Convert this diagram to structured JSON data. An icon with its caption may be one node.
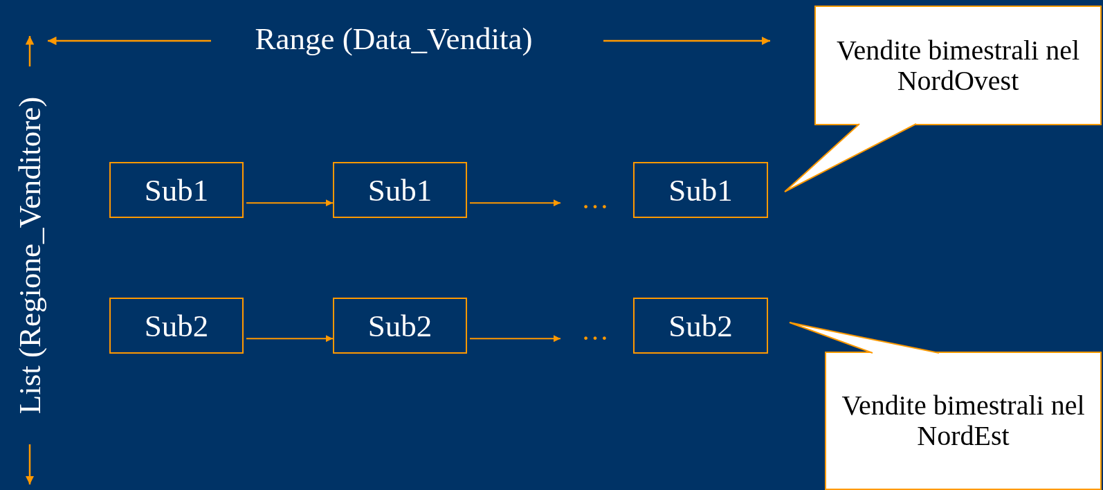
{
  "diagram": {
    "nodes": [
      {
        "text": [
          "Sub1"
        ]
      },
      {
        "text": [
          "Sub1"
        ]
      },
      {
        "text": [
          "…"
        ]
      },
      {
        "text": [
          "Sub1"
        ]
      },
      {
        "text": [
          "Vendite bimestrali nel NordOvest"
        ]
      },
      {
        "text": [
          "Sub2"
        ]
      },
      {
        "text": [
          "Sub2"
        ]
      },
      {
        "text": [
          "…"
        ]
      },
      {
        "text": [
          "Sub2"
        ]
      },
      {
        "text": [
          "Vendite bimestrali nel NordEst"
        ]
      }
    ],
    "edges": [
      {
        "from": 0,
        "to": 1,
        "arrow": "to"
      },
      {
        "from": 1,
        "to": 2,
        "arrow": "to"
      },
      {
        "from": 5,
        "to": 6,
        "arrow": "to"
      },
      {
        "from": 6,
        "to": 7,
        "arrow": "to"
      }
    ],
    "labels": [
      "Range (Data_Vendita)",
      "List (Regione_Venditore)"
    ]
  }
}
